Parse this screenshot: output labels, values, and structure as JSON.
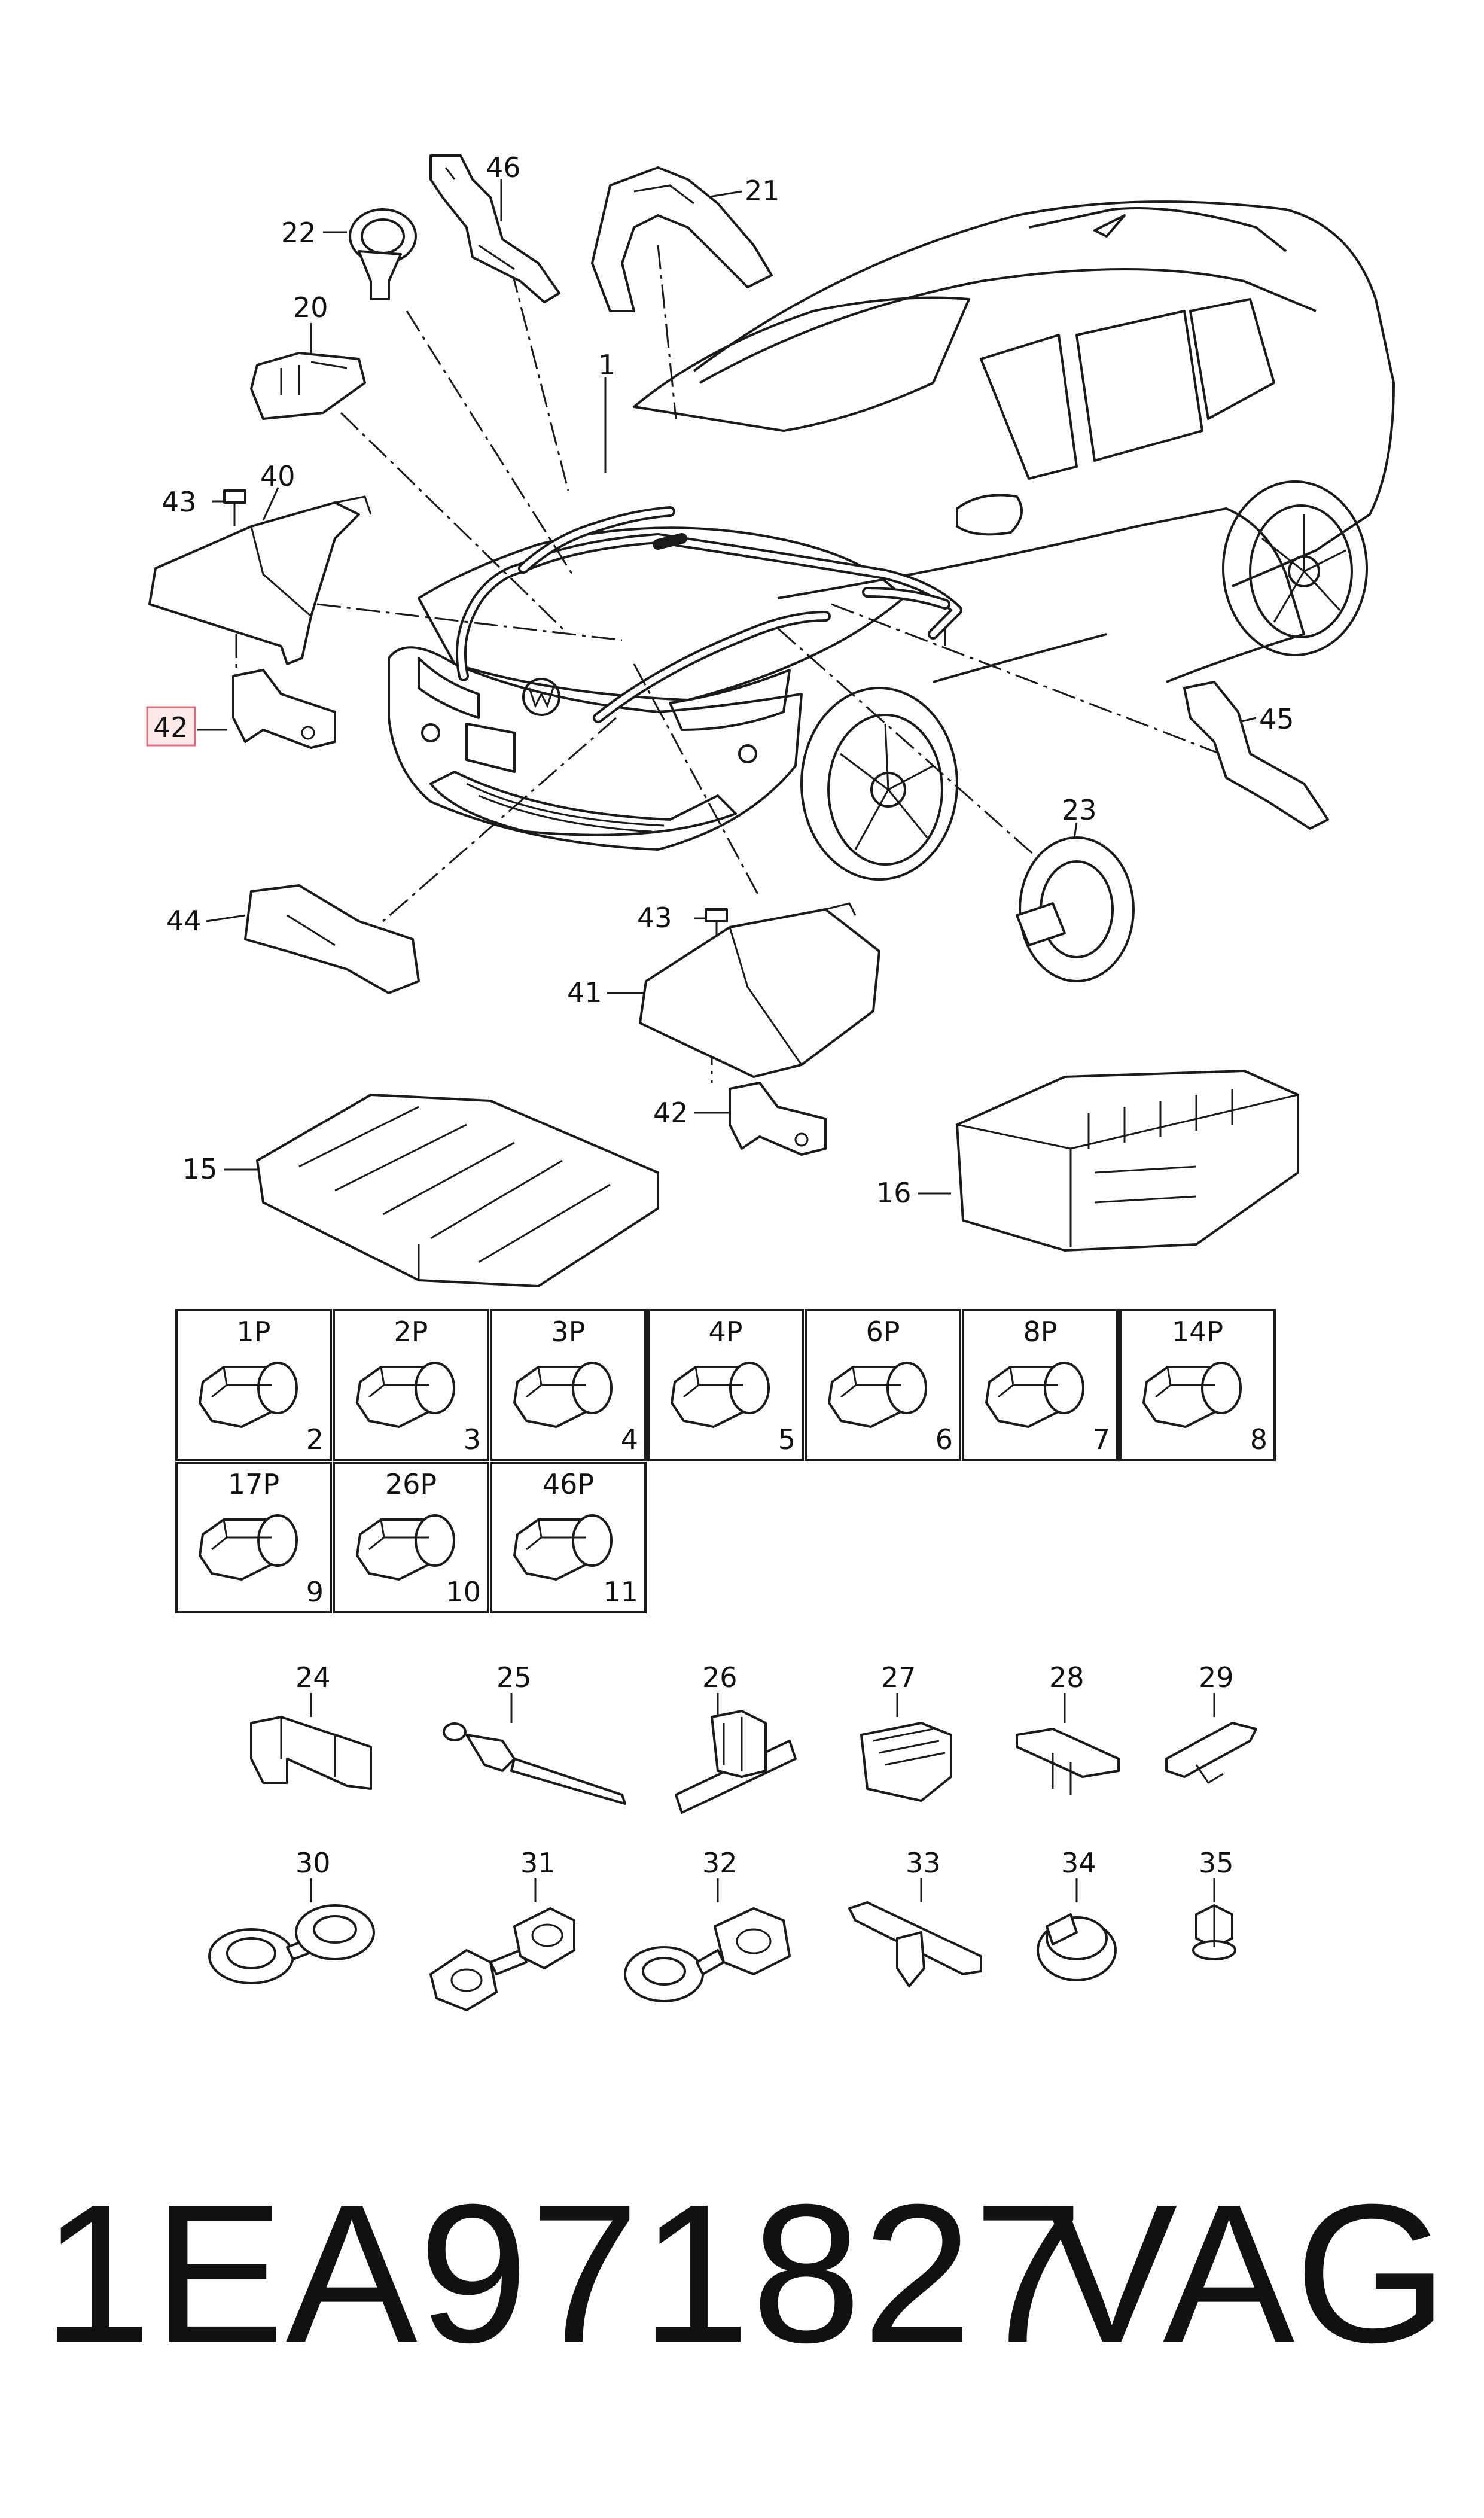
{
  "callouts": {
    "c1": "1",
    "c15": "15",
    "c16": "16",
    "c20": "20",
    "c21": "21",
    "c22": "22",
    "c23": "23",
    "c24": "24",
    "c25": "25",
    "c26": "26",
    "c27": "27",
    "c28": "28",
    "c29": "29",
    "c30": "30",
    "c31": "31",
    "c32": "32",
    "c33": "33",
    "c34": "34",
    "c35": "35",
    "c40": "40",
    "c41": "41",
    "c42a": "42",
    "c42b": "42",
    "c43a": "43",
    "c43b": "43",
    "c44": "44",
    "c45": "45",
    "c46": "46"
  },
  "highlighted_callout": "42",
  "highlight_color": "#e06a78",
  "connector_grid": [
    {
      "pins": "1P",
      "num": "2"
    },
    {
      "pins": "2P",
      "num": "3"
    },
    {
      "pins": "3P",
      "num": "4"
    },
    {
      "pins": "4P",
      "num": "5"
    },
    {
      "pins": "6P",
      "num": "6"
    },
    {
      "pins": "8P",
      "num": "7"
    },
    {
      "pins": "14P",
      "num": "8"
    },
    {
      "pins": "17P",
      "num": "9"
    },
    {
      "pins": "26P",
      "num": "10"
    },
    {
      "pins": "46P",
      "num": "11"
    }
  ],
  "footer": {
    "part_number": "1EA971827",
    "brand": "VAG"
  }
}
